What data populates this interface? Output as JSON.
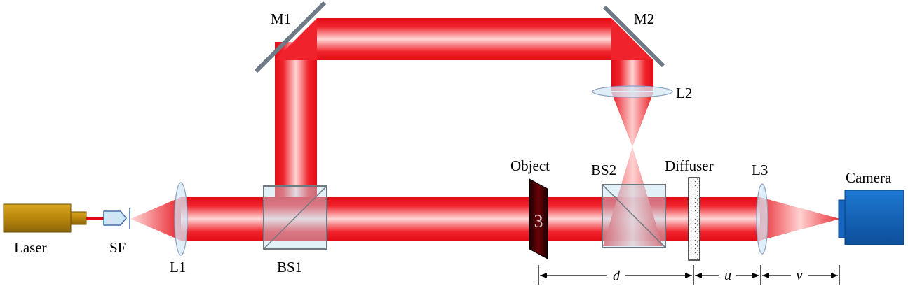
{
  "labels": {
    "laser": "Laser",
    "sf": "SF",
    "l1": "L1",
    "bs1": "BS1",
    "m1": "M1",
    "m2": "M2",
    "l2": "L2",
    "object": "Object",
    "bs2": "BS2",
    "diffuser": "Diffuser",
    "l3": "L3",
    "camera": "Camera"
  },
  "dimensions": {
    "d": "d",
    "u": "u",
    "v": "v"
  },
  "object_glyph": "3",
  "colors": {
    "beam": "#e8101a",
    "beam_highlight": "#ffd0d0",
    "laser_body": "#b8860b",
    "camera_body": "#1565c0",
    "mirror": "#6f7a86",
    "optic_fill": "#cfe6f5",
    "optic_edge": "#7a8fb0"
  }
}
